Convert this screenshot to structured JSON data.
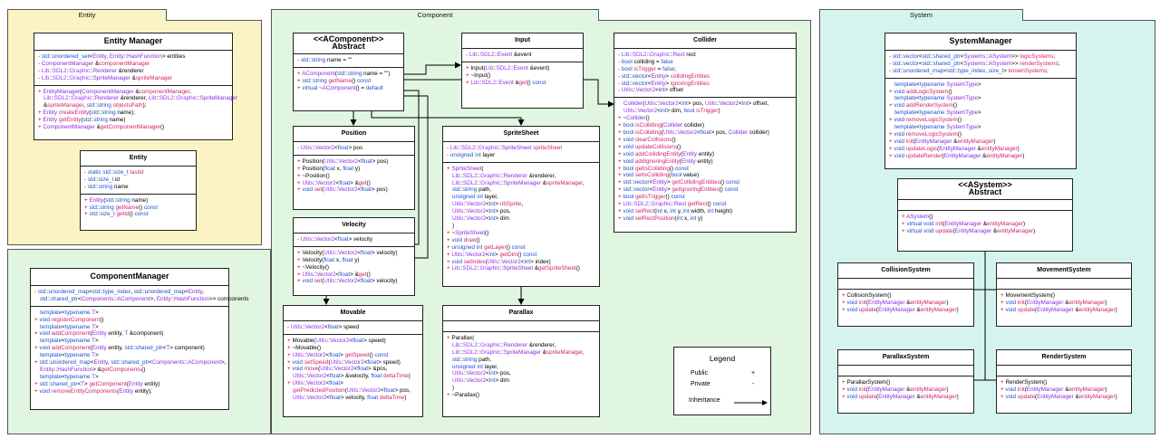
{
  "packages": {
    "entity": "Entity",
    "component": "Component",
    "system": "System"
  },
  "classes": {
    "entity_manager": {
      "title": "Entity Manager",
      "attrs": [
        [
          "- ",
          "std::unordered_set<Entity, Entity::HashFunction> entities"
        ],
        [
          "- ",
          "ComponentManager &componentManager"
        ],
        [
          "- ",
          "Lib::SDL2::Graphic::Renderer &renderer"
        ],
        [
          "- ",
          "Lib::SDL2::Graphic::SpriteManager &spriteManager"
        ]
      ],
      "methods": [
        [
          "+ ",
          "EntityManager(ComponentManager &componentManager,"
        ],
        [
          "",
          "Lib::SDL2::Graphic::Renderer &renderer, Lib::SDL2::Graphic::SpriteManager"
        ],
        [
          "",
          "&spriteManager, std::string objectsPath);"
        ],
        [
          "+ ",
          "Entity createEntity(std::string name);"
        ],
        [
          "+ ",
          "Entity getEntity(std::string name)"
        ],
        [
          "+ ",
          "ComponentManager &getComponentManager()"
        ]
      ]
    },
    "entity": {
      "title": "Entity",
      "attrs": [
        [
          "- ",
          "static std::size_t lastId"
        ],
        [
          "- ",
          "std::size_t id"
        ],
        [
          "- ",
          "std::string name"
        ]
      ],
      "methods": [
        [
          "+ ",
          "Entity(std::string name)"
        ],
        [
          "+ ",
          "std::string getName() const"
        ],
        [
          "+ ",
          "std::size_t getId() const"
        ]
      ]
    },
    "component_manager": {
      "title": "ComponentManager",
      "attrs": [
        [
          "- ",
          "std::unordered_map<std::type_index, std::unordered_map<Entity,"
        ],
        [
          "",
          "std::shared_ptr<Components::AComponent>, Entity::HashFunction>> components"
        ]
      ],
      "methods": [
        [
          "",
          "template<typename T>"
        ],
        [
          "+ ",
          "void registerComponent()"
        ],
        [
          "",
          "template<typename T>"
        ],
        [
          "+ ",
          "void addComponent(Entity entity, T &component)"
        ],
        [
          "",
          "template<typename T>"
        ],
        [
          "+ ",
          "void addComponent(Entity entity, std::shared_ptr<T> component)"
        ],
        [
          "",
          "template<typename T>"
        ],
        [
          "+ ",
          "std::unordered_map<Entity, std::shared_ptr<Components::AComponent>,"
        ],
        [
          "",
          "Entity::HashFunction> &getComponents()"
        ],
        [
          "",
          "template<typename T>"
        ],
        [
          "+ ",
          "std::shared_ptr<T> getComponent(Entity entity)"
        ],
        [
          "+ ",
          "void removeEntityComponents(Entity entity);"
        ]
      ]
    },
    "acomponent": {
      "title": "<<AComponent>>",
      "subtitle": "Abstract",
      "attrs": [
        [
          "- ",
          "std::string name = \"\""
        ]
      ],
      "methods": [
        [
          "+ ",
          "AComponent(std::string name = \"\")"
        ],
        [
          "+ ",
          "std::string getName() const"
        ],
        [
          "+ ",
          "virtual ~AComponent() = default"
        ]
      ]
    },
    "input": {
      "title": "Input",
      "attrs": [
        [
          "- ",
          "Lib::SDL2::Event &event"
        ]
      ],
      "methods": [
        [
          "+ ",
          "Input(Lib::SDL2::Event &event)"
        ],
        [
          "+ ",
          "~Input()"
        ],
        [
          "+ ",
          "Lib::SDL2::Event &get() const"
        ]
      ]
    },
    "collider": {
      "title": "Collider",
      "attrs": [
        [
          "- ",
          "Lib::SDL2::Graphic::Rect rect"
        ],
        [
          "- ",
          "bool colliding = false"
        ],
        [
          "- ",
          "bool isTrigger = false;"
        ],
        [
          "- ",
          "std::vector<Entity> collidingEntities"
        ],
        [
          "- ",
          "std::vector<Entity> ignoringEntities"
        ],
        [
          "- ",
          "Utils::Vector2<int> offset"
        ]
      ],
      "methods": [
        [
          "",
          "Collider(Utils::Vector2<int> pos, Utils::Vector2<int> offset,"
        ],
        [
          "",
          "Utils::Vector2<int> dim, bool isTrigger)"
        ],
        [
          "+ ",
          "~Collider()"
        ],
        [
          "+ ",
          "bool isColliding(Collider collider)"
        ],
        [
          "+ ",
          "bool isColliding(Utils::Vector2<float> pos, Collider collider)"
        ],
        [
          "+ ",
          "void clearCollisions()"
        ],
        [
          "+ ",
          "void updateCollisions()"
        ],
        [
          "+ ",
          "void addCollidingEntity(Entity entity)"
        ],
        [
          "+ ",
          "void addIgnoringEntity(Entity entity)"
        ],
        [
          "+ ",
          "bool getIsColliding() const"
        ],
        [
          "+ ",
          "void setIsColliding(bool value)"
        ],
        [
          "+ ",
          "std::vector<Entity> getCollidingEntities() const"
        ],
        [
          "+ ",
          "std::vector<Entity> getIgnoringEntities() const"
        ],
        [
          "+ ",
          "bool getIsTrigger() const"
        ],
        [
          "+ ",
          "Lib::SDL2::Graphic::Rect getRect() const"
        ],
        [
          "+ ",
          "void setRect(int x, int y, int width, int height)"
        ],
        [
          "+ ",
          "void setRectPosition(int x, int y)"
        ]
      ]
    },
    "position": {
      "title": "Position",
      "attrs": [
        [
          "- ",
          "Utils::Vector2<float> pos"
        ]
      ],
      "methods": [
        [
          "+ ",
          "Position(Utils::Vector2<float> pos)"
        ],
        [
          "+ ",
          "Position(float x, float y)"
        ],
        [
          "+ ",
          "~Position()"
        ],
        [
          "+ ",
          "Utils::Vector2<float> &get()"
        ],
        [
          "+ ",
          "void set(Utils::Vector2<float> pos)"
        ]
      ]
    },
    "velocity": {
      "title": "Velocity",
      "attrs": [
        [
          "- ",
          "Utils::Vector2<float> velocity"
        ]
      ],
      "methods": [
        [
          "+ ",
          "Velocity(Utils::Vector2<float> velocity)"
        ],
        [
          "+ ",
          "Velocity(float x, float y)"
        ],
        [
          "+ ",
          "~Velocity()"
        ],
        [
          "+ ",
          "Utils::Vector2<float> &get()"
        ],
        [
          "+ ",
          "void set(Utils::Vector2<float> velocity)"
        ]
      ]
    },
    "movable": {
      "title": "Movable",
      "attrs": [
        [
          "- ",
          "Utils::Vector2<float> speed"
        ]
      ],
      "methods": [
        [
          "+ ",
          "Movable(Utils::Vector2<float> speed)"
        ],
        [
          "+ ",
          "~Movable()"
        ],
        [
          "+ ",
          "Utils::Vector2<float> getSpeed() const"
        ],
        [
          "+ ",
          "void setSpeed(Utils::Vector2<float> speed)"
        ],
        [
          "+ ",
          "void move(Utils::Vector2<float> &pos,"
        ],
        [
          "",
          "Utils::Vector2<float> &velocity, float deltaTime)"
        ],
        [
          "+ ",
          "Utils::Vector2<float>"
        ],
        [
          "",
          "getPredictedPosition(Utils::Vector2<float> pos,"
        ],
        [
          "",
          "Utils::Vector2<float> velocity, float deltaTime)"
        ]
      ]
    },
    "spritesheet": {
      "title": "SpriteSheet",
      "attrs": [
        [
          "- ",
          "Lib::SDL2::Graphic::SpriteSheet spriteSheet"
        ],
        [
          "- ",
          "unsigned int layer"
        ]
      ],
      "methods": [
        [
          "+ ",
          "SpriteSheet("
        ],
        [
          "",
          "Lib::SDL2::Graphic::Renderer &renderer,"
        ],
        [
          "",
          "Lib::SDL2::Graphic::SpriteManager &spriteManager,"
        ],
        [
          "",
          "std::string path,"
        ],
        [
          "",
          "unsigned int layer,"
        ],
        [
          "",
          "Utils::Vector2<int> nbSprite,"
        ],
        [
          "",
          "Utils::Vector2<int> pos,"
        ],
        [
          "",
          "Utils::Vector2<int> dim"
        ],
        [
          "",
          ")"
        ],
        [
          "+ ",
          "~SpriteSheet()"
        ],
        [
          "+ ",
          "void draw()"
        ],
        [
          "+ ",
          "unsigned int getLayer() const"
        ],
        [
          "+ ",
          "Utils::Vector2<int> getDim() const"
        ],
        [
          "+ ",
          "void setIndex(Utils::Vector2<int> index)"
        ],
        [
          "+ ",
          "Lib::SDL2::Graphic::SpriteSheet &getSpriteSheet()"
        ]
      ]
    },
    "parallax": {
      "title": "Parallax",
      "attrs": [],
      "methods": [
        [
          "+ ",
          "Parallax("
        ],
        [
          "",
          "Lib::SDL2::Graphic::Renderer &renderer,"
        ],
        [
          "",
          "Lib::SDL2::Graphic::SpriteManager &spriteManager,"
        ],
        [
          "",
          "std::string path,"
        ],
        [
          "",
          "unsigned int layer,"
        ],
        [
          "",
          "Utils::Vector2<int> pos,"
        ],
        [
          "",
          "Utils::Vector2<int> dim"
        ],
        [
          "",
          ")"
        ],
        [
          "+ ",
          "~Parallax()"
        ]
      ]
    },
    "system_manager": {
      "title": "SystemManager",
      "attrs": [
        [
          "- ",
          "std::vector<std::shared_ptr<Systems::ASystem>> logicSystems;"
        ],
        [
          "- ",
          "std::vector<std::shared_ptr<Systems::ASystem>> renderSystems;"
        ],
        [
          "- ",
          "std::unordered_map<std::type_index, size_t> knownSystems;"
        ]
      ],
      "methods": [
        [
          "",
          "template<typename SystemType>"
        ],
        [
          "+ ",
          "void addLogicSystem()"
        ],
        [
          "",
          "template<typename SystemType>"
        ],
        [
          "+ ",
          "void addRenderSystem()"
        ],
        [
          "",
          "template<typename SystemType>"
        ],
        [
          "+ ",
          "void removeLogicSystem()"
        ],
        [
          "",
          "template<typename SystemType>"
        ],
        [
          "+ ",
          "void removeLogicSystem()"
        ],
        [
          "+ ",
          "void init(EntityManager &entityManager)"
        ],
        [
          "+ ",
          "void updateLogic(EntityManager &entityManager)"
        ],
        [
          "+ ",
          "void updateRender(EntityManager &entityManager)"
        ]
      ]
    },
    "asystem": {
      "title": "<<ASystem>>",
      "subtitle": "Abstract",
      "attrs": [],
      "methods": [
        [
          "+ ",
          "ASystem()"
        ],
        [
          "+ ",
          "virtual void init(EntityManager &entityManager)"
        ],
        [
          "+ ",
          "virtual void update(EntityManager &entityManager)"
        ]
      ]
    },
    "collision_system": {
      "title": "CollisionSystem",
      "attrs": [],
      "methods": [
        [
          "+ ",
          "CollisionSystem()"
        ],
        [
          "+ ",
          "void init(EntityManager &entityManager)"
        ],
        [
          "+ ",
          "void update(EntityManager &entityManager)"
        ]
      ]
    },
    "movement_system": {
      "title": "MovementSystem",
      "attrs": [],
      "methods": [
        [
          "+ ",
          "MovementSystem()"
        ],
        [
          "+ ",
          "void init(EntityManager &entityManager)"
        ],
        [
          "+ ",
          "void update(EntityManager &entityManager)"
        ]
      ]
    },
    "parallax_system": {
      "title": "ParallaxSystem",
      "attrs": [],
      "methods": [
        [
          "+ ",
          "ParallaxSystem()"
        ],
        [
          "+ ",
          "void init(EntityManager &entityManager)"
        ],
        [
          "+ ",
          "void update(EntityManager &entityManager)"
        ]
      ]
    },
    "render_system": {
      "title": "RenderSystem",
      "attrs": [],
      "methods": [
        [
          "+ ",
          "RenderSystem()"
        ],
        [
          "+ ",
          "void init(EntityManager &entityManager)"
        ],
        [
          "+ ",
          "void update(EntityManager &entityManager)"
        ]
      ]
    }
  },
  "legend": {
    "title": "Legend",
    "public_label": "Public",
    "public_symbol": "+",
    "private_label": "Private",
    "private_symbol": "-",
    "inheritance_label": "Inheritance"
  },
  "colors": {
    "entity_pkg": "#fbf3c4",
    "component_pkg": "#e1f6e1",
    "system_pkg": "#d6f4ef",
    "marker": "#cc0000",
    "type": "#8a2be2",
    "keyword": "#1f4fd6",
    "ident": "#d01f6f",
    "lib": "#9b30ff"
  }
}
